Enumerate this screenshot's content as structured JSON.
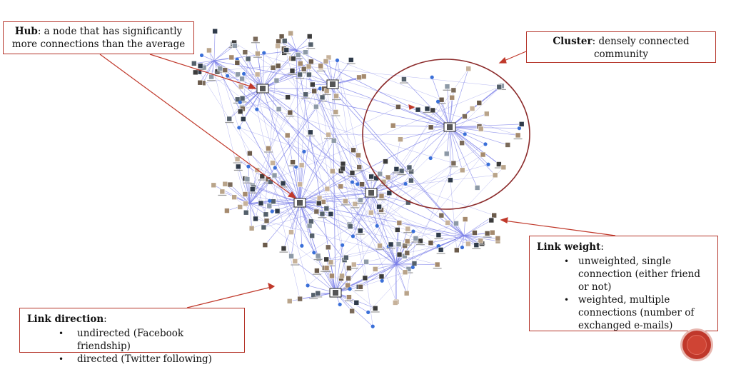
{
  "diagram": {
    "callouts": {
      "hub": {
        "term": "Hub",
        "definition": ": a node that has significantly more connections than the average"
      },
      "cluster": {
        "term": "Cluster",
        "definition": ": densely connected community"
      },
      "link_weight": {
        "term": "Link weight",
        "suffix": ":",
        "items": [
          "unweighted, single connection (either friend or not)",
          "weighted, multiple connections (number of exchanged e-mails)"
        ]
      },
      "link_direction": {
        "term": "Link direction",
        "suffix": ":",
        "items": [
          "undirected (Facebook friendship)",
          "directed (Twitter following)"
        ]
      }
    },
    "colors": {
      "edge": "#7b7fe8",
      "callout_border": "#b5352a",
      "arrow": "#c0392b",
      "cluster_circle": "#8b2a2a",
      "badge": "#c0382b"
    },
    "icons": [
      "page-badge-icon"
    ]
  }
}
